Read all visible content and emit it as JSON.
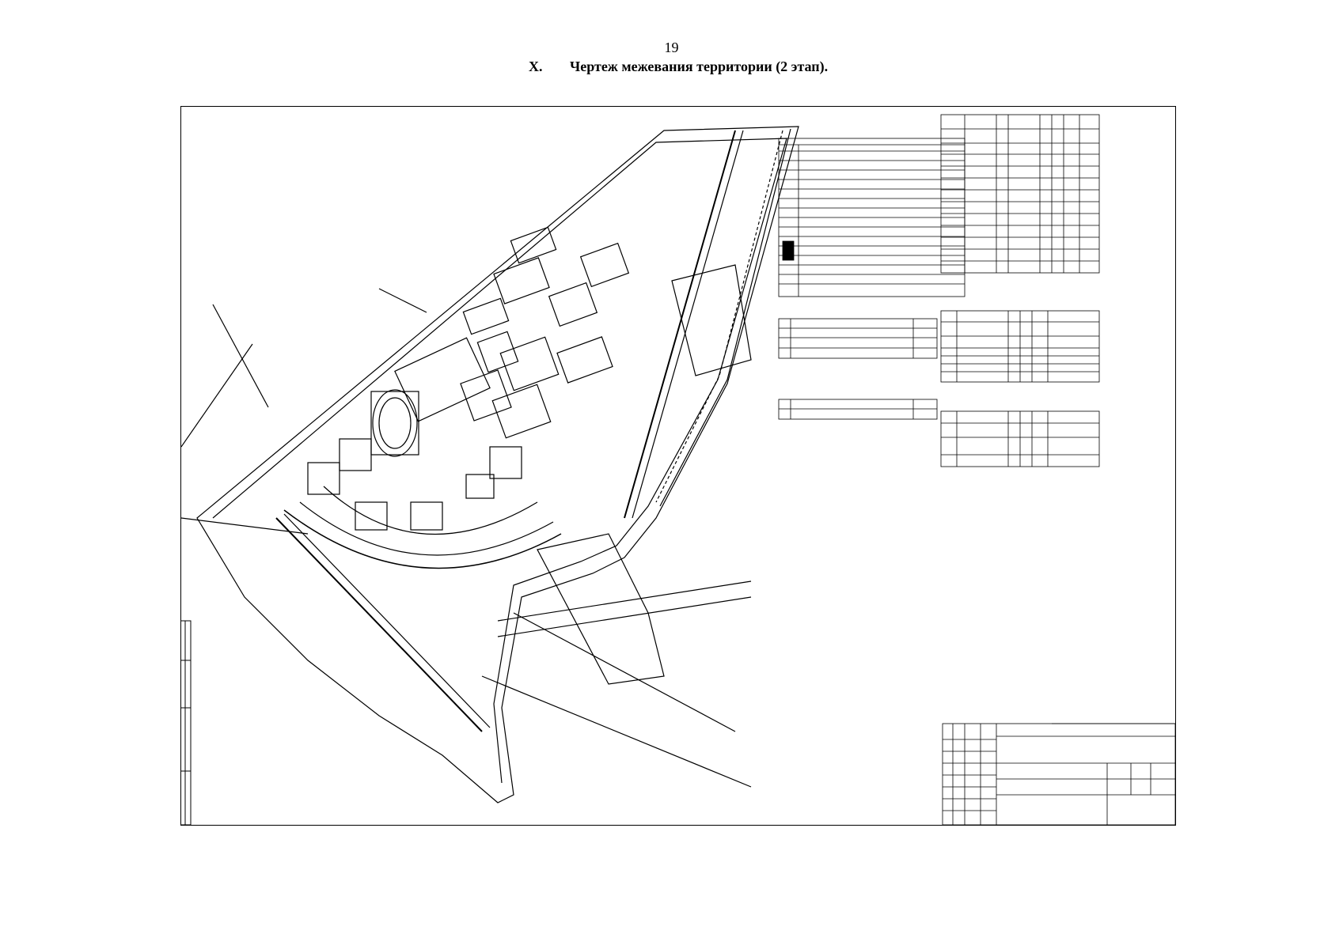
{
  "page": {
    "number": "19",
    "section_num": "X.",
    "section_title": "Чертеж межевания территории (2 этап)."
  },
  "colors": {
    "ink": "#000000",
    "paper": "#ffffff"
  }
}
